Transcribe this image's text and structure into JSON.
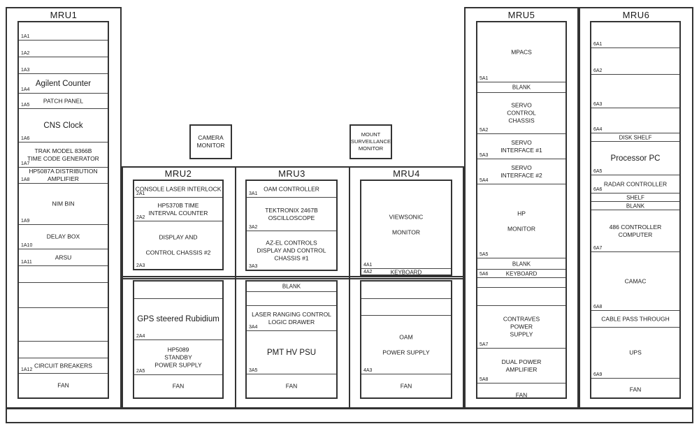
{
  "racks": [
    {
      "id": "mru1",
      "title": "MRU1",
      "slots": [
        {
          "code": "1A1",
          "label": ""
        },
        {
          "code": "1A2",
          "label": ""
        },
        {
          "code": "1A3",
          "label": ""
        },
        {
          "code": "1A4",
          "label": "Agilent Counter"
        },
        {
          "code": "1A5",
          "label": "PATCH PANEL"
        },
        {
          "code": "1A6",
          "label": "CNS Clock"
        },
        {
          "code": "1A7",
          "label": "TRAK MODEL 8366B\nTIME CODE GENERATOR"
        },
        {
          "code": "1A8",
          "label": "HP5087A DISTRIBUTION\nAMPLIFIER"
        },
        {
          "code": "1A9",
          "label": "NIM BIN"
        },
        {
          "code": "1A10",
          "label": "DELAY BOX"
        },
        {
          "code": "1A11",
          "label": "ARSU"
        },
        {
          "code": "",
          "label": ""
        },
        {
          "code": "",
          "label": ""
        },
        {
          "code": "",
          "label": ""
        },
        {
          "code": "",
          "label": ""
        },
        {
          "code": "1A12",
          "label": "CIRCUIT BREAKERS"
        },
        {
          "code": "",
          "label": "FAN"
        }
      ]
    },
    {
      "id": "mru2",
      "title": "MRU2",
      "upper": [
        {
          "code": "2A1",
          "label": "CONSOLE LASER INTERLOCK"
        },
        {
          "code": "2A2",
          "label": "HP5370B TIME\nINTERVAL COUNTER"
        },
        {
          "code": "2A3",
          "label": "DISPLAY AND\n\nCONTROL CHASSIS #2"
        }
      ],
      "lower": [
        {
          "code": "",
          "label": ""
        },
        {
          "code": "2A4",
          "label": "GPS steered Rubidium"
        },
        {
          "code": "2A5",
          "label": "HP5089\nSTANDBY\nPOWER SUPPLY"
        },
        {
          "code": "",
          "label": "FAN"
        }
      ]
    },
    {
      "id": "mru3",
      "title": "MRU3",
      "upper": [
        {
          "code": "3A1",
          "label": "OAM CONTROLLER"
        },
        {
          "code": "3A2",
          "label": "TEKTRONIX 2467B\nOSCILLOSCOPE"
        },
        {
          "code": "3A3",
          "label": "AZ-EL CONTROLS\nDISPLAY AND CONTROL\nCHASSIS #1"
        }
      ],
      "lower": [
        {
          "code": "",
          "label": "BLANK"
        },
        {
          "code": "",
          "label": ""
        },
        {
          "code": "3A4",
          "label": "LASER RANGING CONTROL\nLOGIC DRAWER"
        },
        {
          "code": "3A5",
          "label": "PMT HV PSU"
        },
        {
          "code": "",
          "label": "FAN"
        }
      ]
    },
    {
      "id": "mru4",
      "title": "MRU4",
      "upper": [
        {
          "code": "4A1",
          "label": "VIEWSONIC\n\nMONITOR"
        },
        {
          "code": "4A2",
          "label": "KEYBOARD"
        }
      ],
      "lower": [
        {
          "code": "",
          "label": ""
        },
        {
          "code": "",
          "label": ""
        },
        {
          "code": "4A3",
          "label": "OAM\n\nPOWER SUPPLY"
        },
        {
          "code": "",
          "label": "FAN"
        }
      ]
    },
    {
      "id": "mru5",
      "title": "MRU5",
      "slots": [
        {
          "code": "5A1",
          "label": "MPACS"
        },
        {
          "code": "",
          "label": "BLANK"
        },
        {
          "code": "5A2",
          "label": "SERVO\nCONTROL\nCHASSIS"
        },
        {
          "code": "5A3",
          "label": "SERVO\nINTERFACE #1"
        },
        {
          "code": "5A4",
          "label": "SERVO\nINTERFACE #2"
        },
        {
          "code": "5A5",
          "label": "HP\n\nMONITOR"
        },
        {
          "code": "",
          "label": "BLANK"
        },
        {
          "code": "5A6",
          "label": "KEYBOARD"
        },
        {
          "code": "",
          "label": ""
        },
        {
          "code": "",
          "label": ""
        },
        {
          "code": "5A7",
          "label": "CONTRAVES\nPOWER\nSUPPLY"
        },
        {
          "code": "5A8",
          "label": "DUAL POWER\nAMPLIFIER"
        },
        {
          "code": "",
          "label": "FAN"
        }
      ]
    },
    {
      "id": "mru6",
      "title": "MRU6",
      "slots": [
        {
          "code": "6A1",
          "label": ""
        },
        {
          "code": "6A2",
          "label": ""
        },
        {
          "code": "6A3",
          "label": ""
        },
        {
          "code": "6A4",
          "label": ""
        },
        {
          "code": "",
          "label": "DISK SHELF"
        },
        {
          "code": "6A5",
          "label": "Processor PC"
        },
        {
          "code": "6A6",
          "label": "RADAR CONTROLLER"
        },
        {
          "code": "",
          "label": "SHELF"
        },
        {
          "code": "",
          "label": "BLANK"
        },
        {
          "code": "6A7",
          "label": "486 CONTROLLER\nCOMPUTER"
        },
        {
          "code": "6A8",
          "label": "CAMAC"
        },
        {
          "code": "",
          "label": "CABLE PASS THROUGH"
        },
        {
          "code": "6A9",
          "label": "UPS"
        },
        {
          "code": "",
          "label": "FAN"
        }
      ]
    }
  ],
  "monitors": [
    {
      "id": "camera",
      "label": "CAMERA\nMONITOR"
    },
    {
      "id": "mount",
      "label": "MOUNT\nSURVEILLANCE\nMONITOR"
    }
  ]
}
